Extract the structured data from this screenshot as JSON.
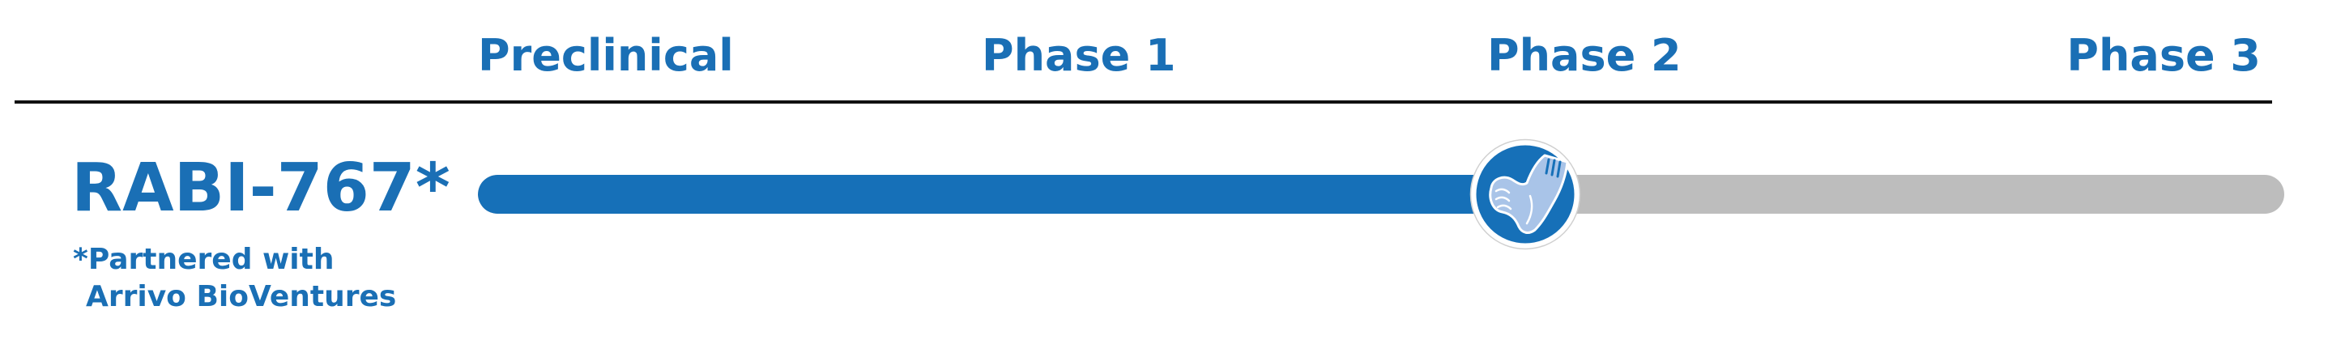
{
  "pipeline": {
    "phases": [
      "Preclinical",
      "Phase 1",
      "Phase 2",
      "Phase 3"
    ],
    "colors": {
      "accent": "#1a6fb5",
      "progress": "#1670b8",
      "track": "#bdbdbd",
      "rule": "#111111"
    },
    "programs": [
      {
        "name": "RABI-767*",
        "note_line1": "*Partnered with",
        "note_line2": "Arrivo BioVentures",
        "progress": 0.58,
        "marker_icon": "pancreas-icon"
      }
    ]
  }
}
